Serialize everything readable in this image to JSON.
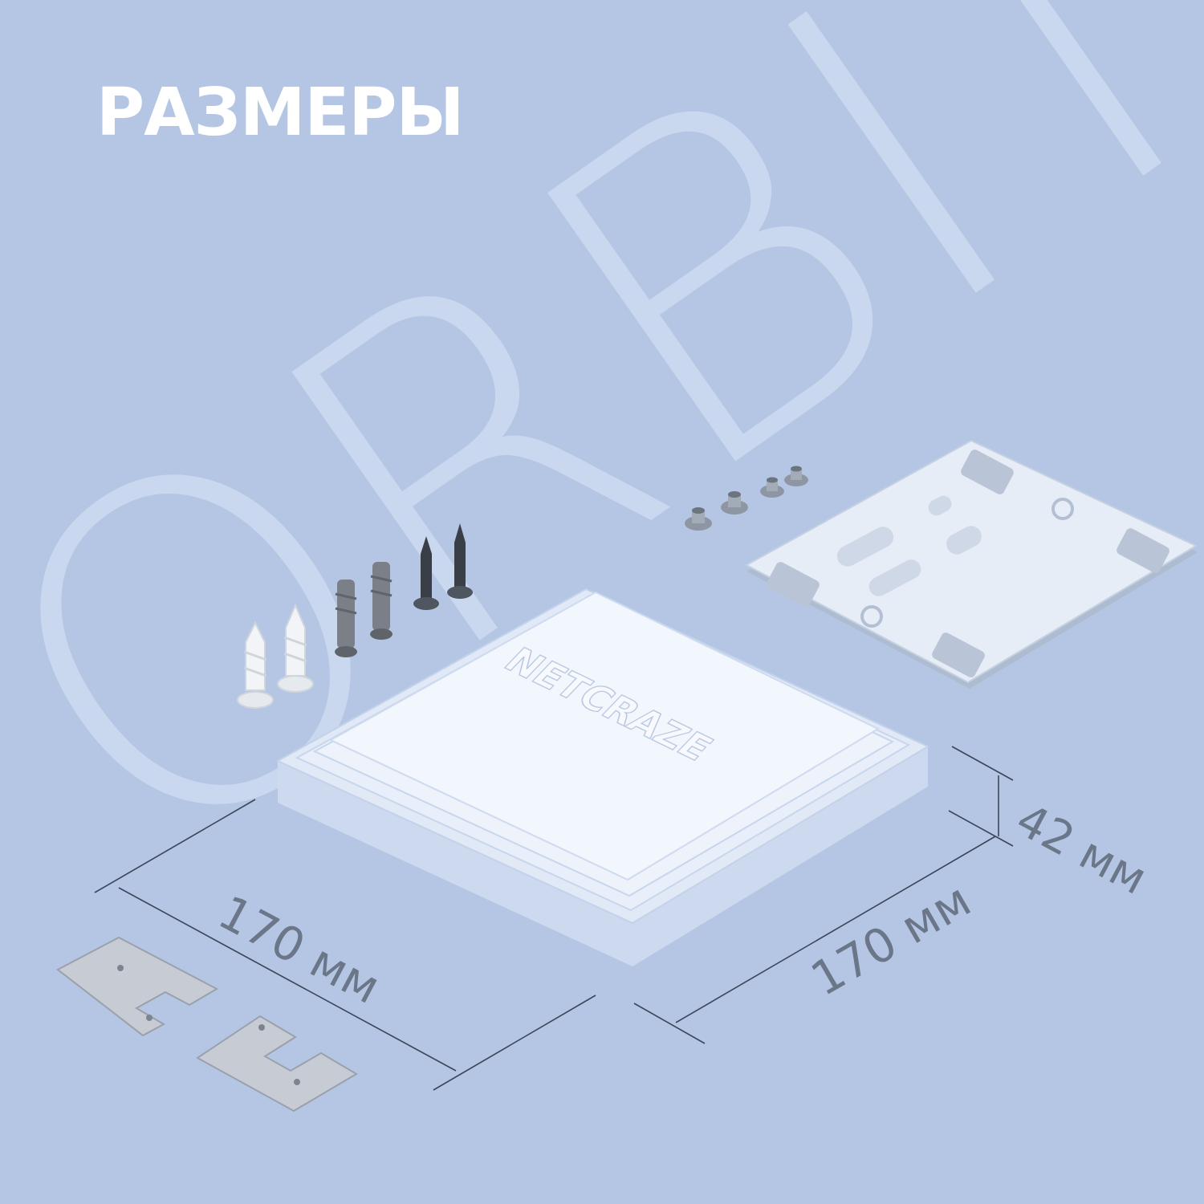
{
  "title": "РАЗМЕРЫ",
  "watermark_text": "ORBITEE NETCRAZE",
  "product": {
    "brand": "NETCRAZE",
    "colors": {
      "body": "#eaf1fb",
      "side": "#d3dff1",
      "edge": "#c2d2ea"
    }
  },
  "dimensions": {
    "width": "170 мм",
    "depth": "170 мм",
    "height": "42 мм"
  },
  "colors": {
    "background": "#b4c6e3",
    "watermark": "#c9d8ee",
    "title": "#ffffff",
    "dimension_text": "#6b7689",
    "dimension_line": "#3c465a"
  },
  "accessories": [
    "mounting-plate",
    "rubber-feet",
    "wall-anchors",
    "screws",
    "metal-hooks"
  ]
}
